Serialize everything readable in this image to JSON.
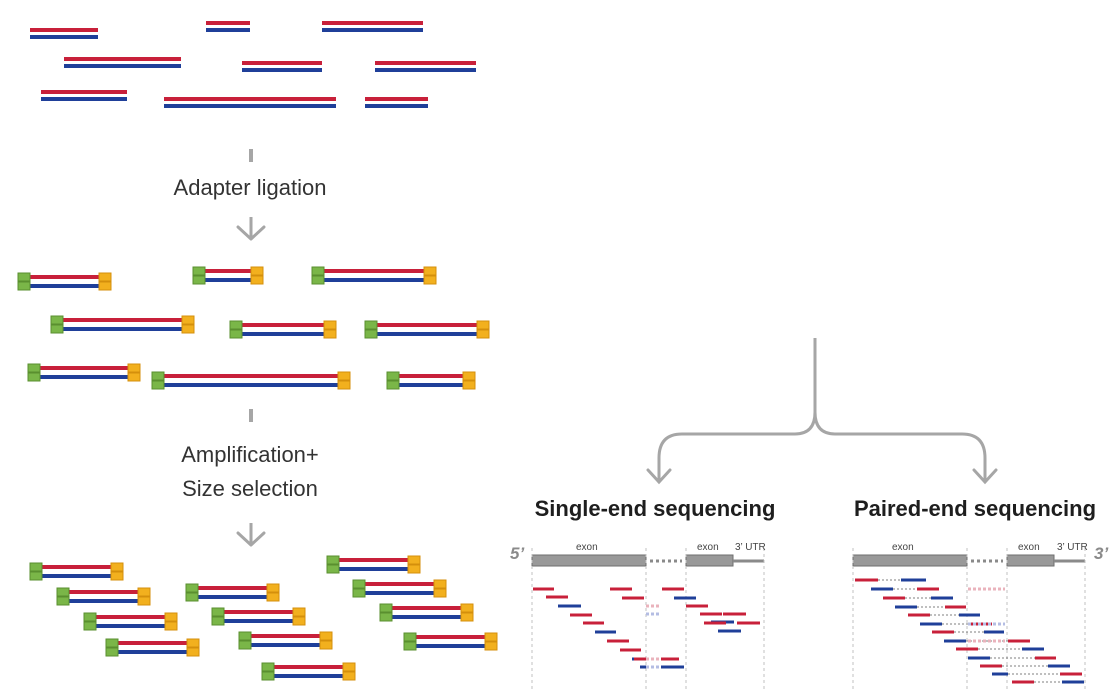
{
  "steps": {
    "adapter_ligation": "Adapter ligation",
    "amplification_line1": "Amplification+",
    "amplification_line2": "Size selection"
  },
  "panels": {
    "single_end": {
      "title": "Single-end sequencing",
      "prime5": "5’",
      "exon1": "exon",
      "exon2": "exon",
      "utr": "3’ UTR"
    },
    "paired_end": {
      "title": "Paired-end sequencing",
      "prime3": "3’",
      "exon1": "exon",
      "exon2": "exon",
      "utr": "3’ UTR"
    }
  },
  "colors": {
    "strand_top": "#c8203a",
    "strand_bottom": "#1f3f99",
    "adapter_left": "#7ab648",
    "adapter_right": "#f2b01e",
    "arrow": "#a6a6a6",
    "exon_box": "#999999",
    "guide_line": "#c0c0c0"
  },
  "icons": {
    "down_arrow": "chevron-down-arrow-icon",
    "branch": "branch-arrow-icon"
  }
}
